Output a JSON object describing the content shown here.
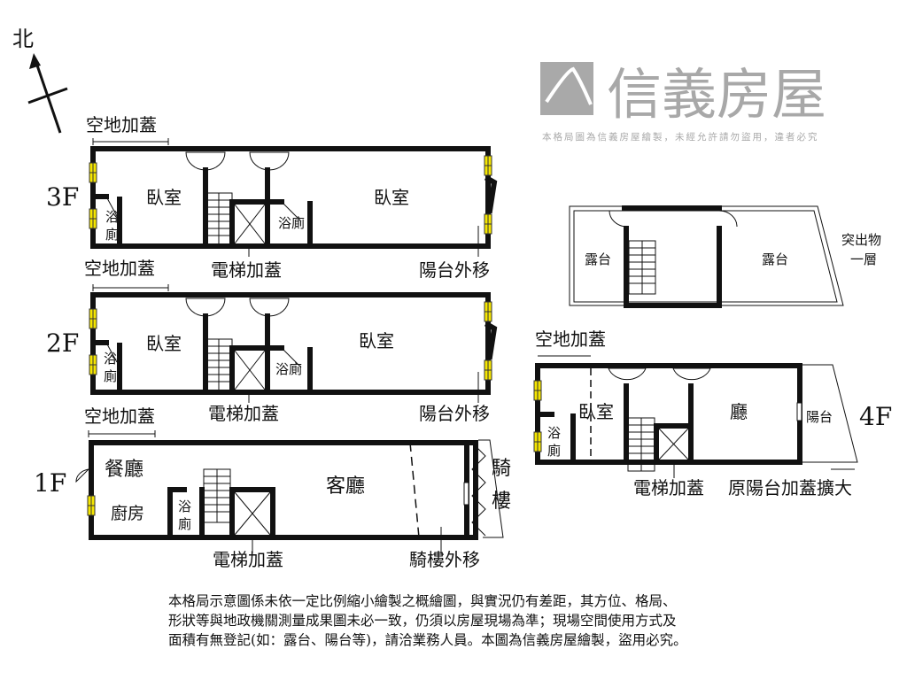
{
  "compass": {
    "label": "北"
  },
  "watermark": {
    "brand": "信義房屋",
    "notice": "本格局圖為信義房屋繪製，未經允許請勿盜用，違者必究"
  },
  "floors": {
    "f3": {
      "label": "3F",
      "rooms": [
        "臥室",
        "浴",
        "廁",
        "臥室",
        "浴廁"
      ],
      "notes": [
        "空地加蓋",
        "電梯加蓋",
        "陽台外移"
      ]
    },
    "f2": {
      "label": "2F",
      "rooms": [
        "臥室",
        "浴",
        "廁",
        "臥室",
        "浴廁"
      ],
      "notes": [
        "空地加蓋",
        "電梯加蓋",
        "陽台外移"
      ]
    },
    "f1": {
      "label": "1F",
      "rooms": [
        "餐廳",
        "廚房",
        "浴",
        "廁",
        "客廳",
        "騎",
        "樓"
      ],
      "notes": [
        "空地加蓋",
        "電梯加蓋",
        "騎樓外移"
      ]
    },
    "roof": {
      "rooms": [
        "露台",
        "露台"
      ],
      "notes": [
        "突出物",
        "一層"
      ]
    },
    "f4": {
      "label": "4F",
      "rooms": [
        "臥室",
        "浴",
        "廁",
        "廳",
        "陽台"
      ],
      "notes": [
        "空地加蓋",
        "電梯加蓋",
        "原陽台加蓋擴大"
      ]
    }
  },
  "disclaimer": [
    "本格局示意圖係未依一定比例縮小繪製之概繪圖，與實況仍有差距，其方位、格局、",
    "形狀等與地政機關測量成果圖未必一致，仍須以房屋現場為準；現場空間使用方式及",
    "面積有無登記(如：露台、陽台等)，請洽業務人員。本圖為信義房屋繪製，盜用必究。"
  ],
  "colors": {
    "wall": "#111111",
    "window": "#f5e600",
    "watermark": "#9a9a9a"
  }
}
